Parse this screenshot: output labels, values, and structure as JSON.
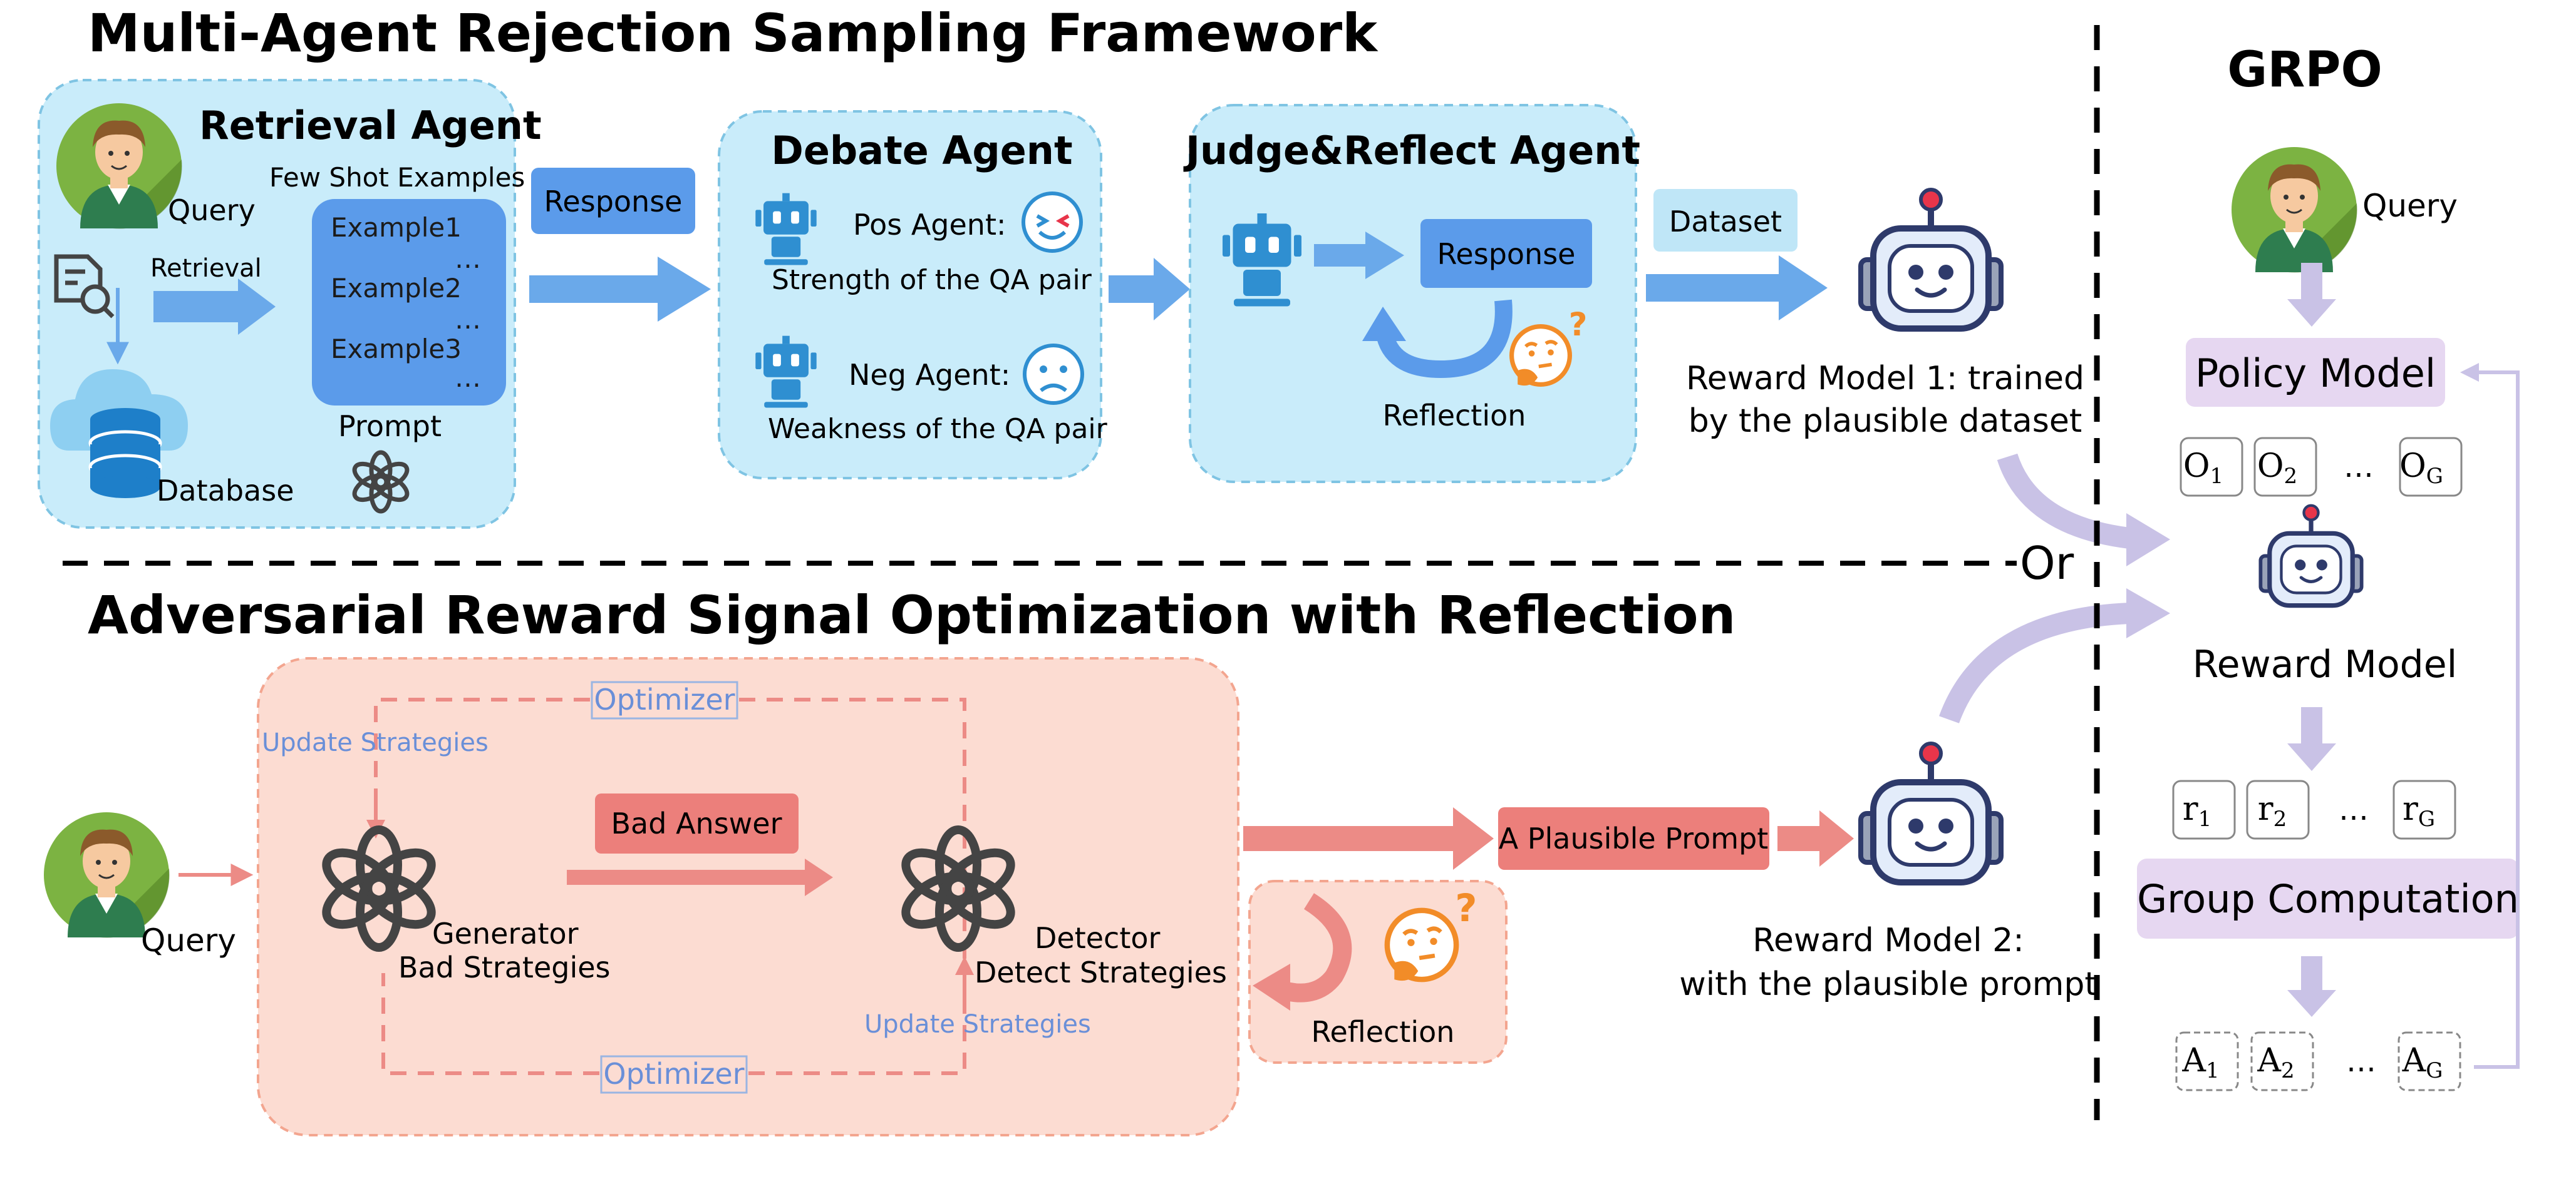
{
  "colors": {
    "blue_panel": "#c9ecfa",
    "blue_panel_stroke": "#7fc4e3",
    "blue_arrow": "#6aa9ea",
    "blue_box": "#5b9bea",
    "pink_panel": "#fcdcd2",
    "pink_stroke": "#f3a58f",
    "red_arrow": "#ec8b86",
    "red_box": "#ec7f7b",
    "purple_box": "#e6d7f1",
    "purple_arrow": "#c9c2e6",
    "robot_blue": "#4aa3dd",
    "avatar_green": "#7cb342",
    "orange": "#f28c28"
  },
  "rejection": {
    "title": "Multi-Agent Rejection Sampling Framework",
    "retrieval": {
      "title": "Retrieval Agent",
      "query": "Query",
      "few_shot": "Few Shot Examples",
      "retrieval_label": "Retrieval",
      "database": "Database",
      "prompt": "Prompt",
      "examples": [
        "Example1",
        "Example2",
        "Example3"
      ],
      "dots": "…"
    },
    "response_label": "Response",
    "debate": {
      "title": "Debate Agent",
      "pos": "Pos Agent:",
      "pos_desc": "Strength of the QA pair",
      "neg": "Neg Agent:",
      "neg_desc": "Weakness of the QA pair"
    },
    "judge": {
      "title": "Judge&Reflect Agent",
      "response": "Response",
      "reflection": "Reflection"
    },
    "dataset_label": "Dataset",
    "reward1_line1": "Reward Model 1: trained",
    "reward1_line2": "by the plausible dataset"
  },
  "or_label": "Or",
  "adversarial": {
    "title": "Adversarial Reward Signal Optimization with Reflection",
    "optimizer_top": "Optimizer",
    "optimizer_bottom": "Optimizer",
    "update_left": "Update Strategies",
    "update_right": "Update Strategies",
    "query": "Query",
    "bad_answer": "Bad Answer",
    "generator_line1": "Generator",
    "generator_line2": "Bad Strategies",
    "detector_line1": "Detector",
    "detector_line2": "Detect Strategies",
    "reflection": "Reflection",
    "plausible_prompt": "A Plausible Prompt",
    "reward2_line1": "Reward Model 2:",
    "reward2_line2": "with the plausible prompt"
  },
  "grpo": {
    "title": "GRPO",
    "query": "Query",
    "policy_model": "Policy Model",
    "reward_model": "Reward Model",
    "group_computation": "Group Computation",
    "outputs": [
      {
        "base": "O",
        "sub": "1"
      },
      {
        "base": "O",
        "sub": "2"
      },
      {
        "base": "…",
        "sub": ""
      },
      {
        "base": "O",
        "sub": "G"
      }
    ],
    "rewards": [
      {
        "base": "r",
        "sub": "1"
      },
      {
        "base": "r",
        "sub": "2"
      },
      {
        "base": "…",
        "sub": ""
      },
      {
        "base": "r",
        "sub": "G"
      }
    ],
    "advantages": [
      {
        "base": "A",
        "sub": "1"
      },
      {
        "base": "A",
        "sub": "2"
      },
      {
        "base": "…",
        "sub": ""
      },
      {
        "base": "A",
        "sub": "G"
      }
    ]
  }
}
